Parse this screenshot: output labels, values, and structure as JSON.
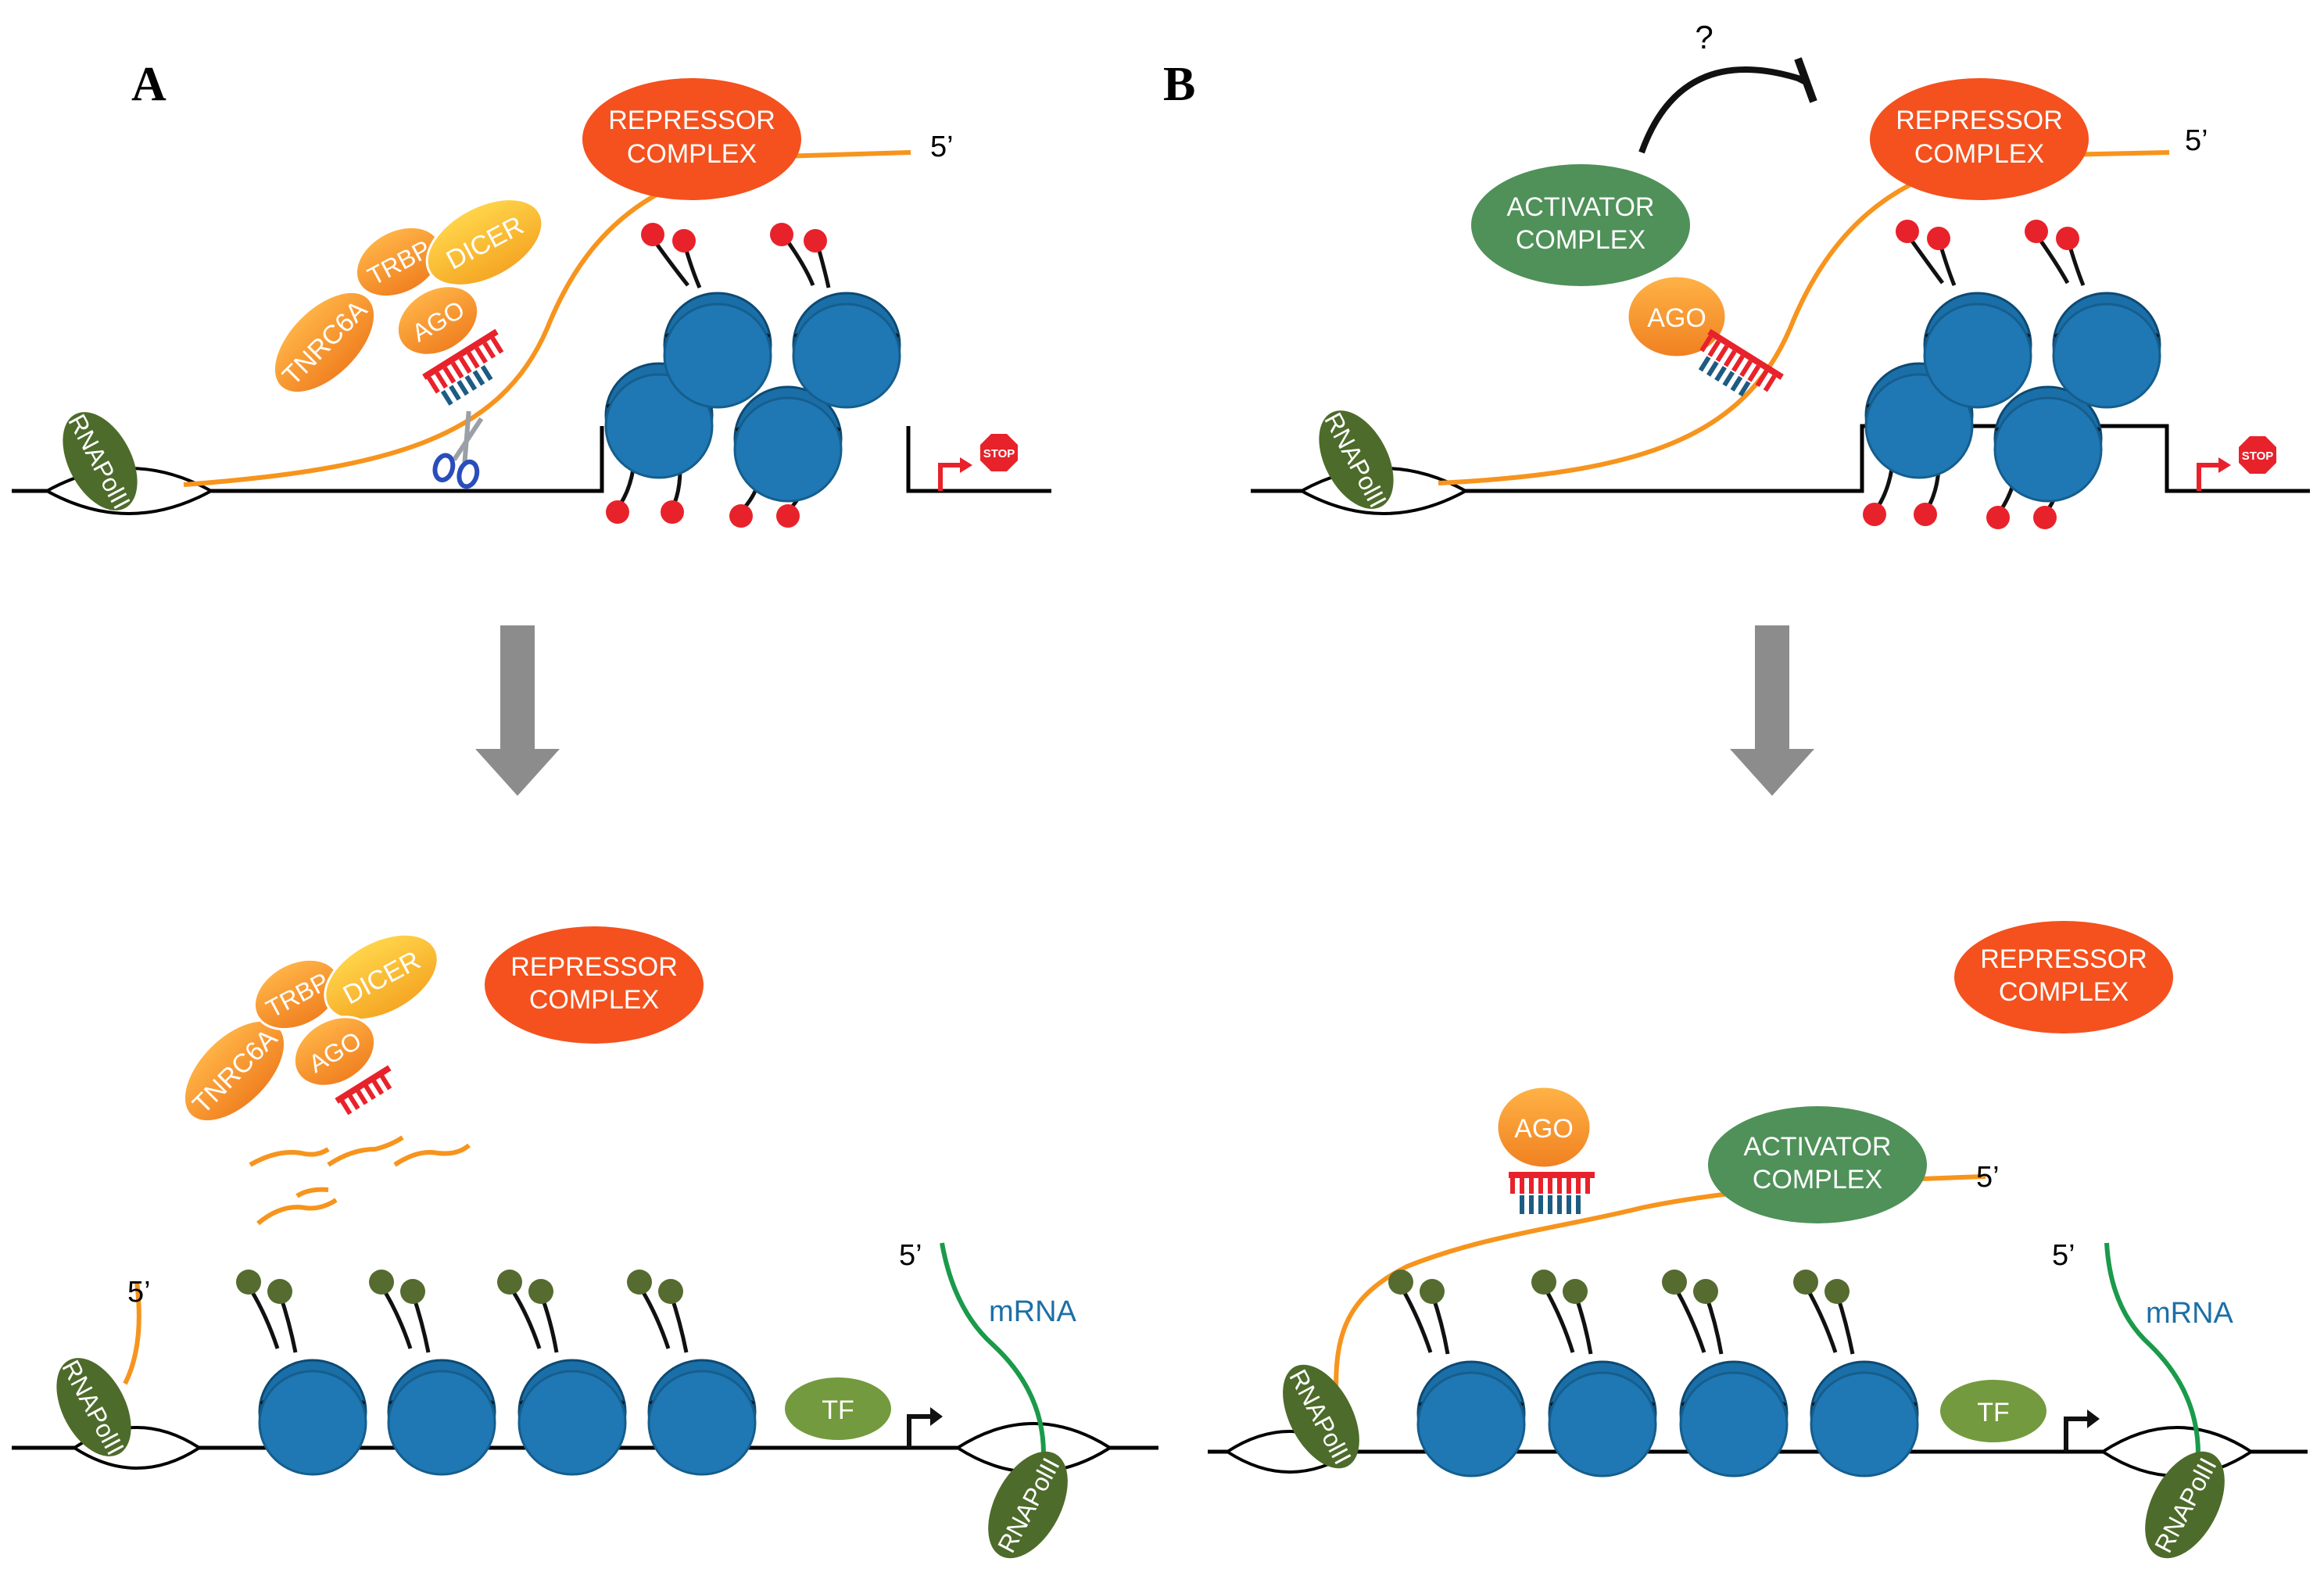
{
  "panels": {
    "A": {
      "letter": "A",
      "top": {
        "repressor_line1": "REPRESSOR",
        "repressor_line2": "COMPLEX",
        "five_prime": "5’",
        "trbp": "TRBP",
        "dicer": "DICER",
        "tnrc6a": "TNRC6A",
        "ago": "AGO",
        "rnapol": "RNAPolII",
        "stop": "STOP"
      },
      "bottom": {
        "repressor_line1": "REPRESSOR",
        "repressor_line2": "COMPLEX",
        "trbp": "TRBP",
        "dicer": "DICER",
        "tnrc6a": "TNRC6A",
        "ago": "AGO",
        "five_prime_left": "5’",
        "five_prime_right": "5’",
        "mrna": "mRNA",
        "tf": "TF",
        "rnapol_left": "RNAPolII",
        "rnapol_right": "RNAPolII"
      }
    },
    "B": {
      "letter": "B",
      "top": {
        "question": "?",
        "activator_line1": "ACTIVATOR",
        "activator_line2": "COMPLEX",
        "repressor_line1": "REPRESSOR",
        "repressor_line2": "COMPLEX",
        "five_prime": "5’",
        "ago": "AGO",
        "rnapol": "RNAPolII",
        "stop": "STOP"
      },
      "bottom": {
        "repressor_line1": "REPRESSOR",
        "repressor_line2": "COMPLEX",
        "ago": "AGO",
        "activator_line1": "ACTIVATOR",
        "activator_line2": "COMPLEX",
        "five_prime_top": "5’",
        "five_prime_right": "5’",
        "mrna": "mRNA",
        "tf": "TF",
        "rnapol_left": "RNAPolII",
        "rnapol_right": "RNAPolII"
      }
    }
  },
  "colors": {
    "repressor": "#f4511e",
    "orange_protein": "#f7931e",
    "activator": "#4f9159",
    "rnapol": "#4d6b2a",
    "tf": "#739a3e",
    "nucleosome": "#1f78b4",
    "rna": "#f7941d",
    "mrna": "#1a9a4a",
    "methyl_red": "#e8222b",
    "methyl_green": "#556b2f",
    "arrow_gray": "#8c8c8c"
  }
}
